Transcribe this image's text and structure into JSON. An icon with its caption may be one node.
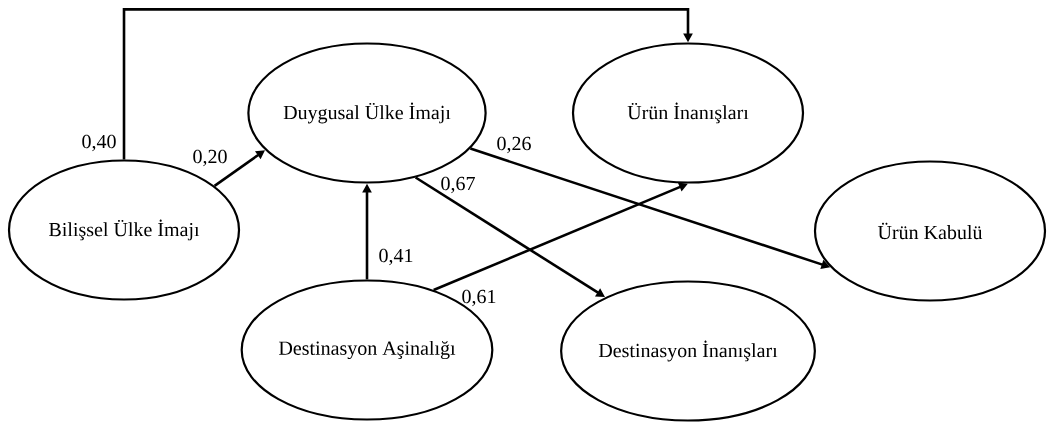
{
  "diagram": {
    "nodes": [
      {
        "text": [
          "Bilişsel Ülke İmajı"
        ]
      },
      {
        "text": [
          "Duygusal Ülke İmajı"
        ]
      },
      {
        "text": [
          "Ürün İnanışları"
        ]
      },
      {
        "text": [
          "Ürün Kabulü"
        ]
      },
      {
        "text": [
          "Destinasyon Aşinalığı"
        ]
      },
      {
        "text": [
          "Destinasyon İnanışları"
        ]
      }
    ],
    "edges": [
      {
        "from": 0,
        "to": 2,
        "arrow": "to",
        "label": "0,40"
      },
      {
        "from": 0,
        "to": 1,
        "arrow": "to",
        "label": "0,20"
      },
      {
        "from": 1,
        "to": 3,
        "arrow": "to",
        "label": "0,26"
      },
      {
        "from": 1,
        "to": 5,
        "arrow": "to",
        "label": "0,67"
      },
      {
        "from": 4,
        "to": 1,
        "arrow": "to",
        "label": "0,41"
      },
      {
        "from": 4,
        "to": 2,
        "arrow": "to",
        "label": "0,61"
      }
    ]
  }
}
